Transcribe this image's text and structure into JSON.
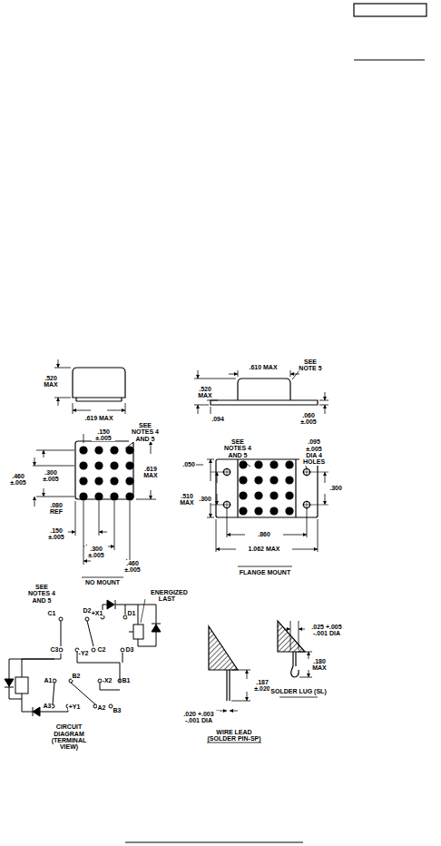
{
  "diagram": {
    "labels": [
      ".520 MAX",
      ".619 MAX",
      ".610 MAX",
      "SEE NOTE 5",
      ".520 MAX",
      ".094",
      ".060 ±.005",
      ".150 ±.005",
      "SEE NOTES 4 AND 5",
      ".300 ±.005",
      ".460 ±.005",
      ".619 MAX",
      ".080 REF",
      ".150 ±.005",
      ".300 ±.005",
      ".460 ±.005",
      "NO MOUNT",
      ".050",
      "SEE NOTES 4 AND 5",
      ".095 ±.005 DIA 4 HOLES",
      ".510 MAX",
      ".300",
      ".300",
      ".860",
      "1.062 MAX",
      "FLANGE MOUNT",
      "SEE NOTES 4 AND 5",
      "ENERGIZED LAST",
      "C1",
      "D2",
      "+X1",
      "D1",
      "C3",
      "-Y2",
      "C2",
      "D3",
      "A1",
      "B2",
      "-X2",
      "B1",
      "A3",
      "+Y1",
      "A2",
      "B3",
      "CIRCUIT DIAGRAM (TERMINAL VIEW)",
      ".187 ±.020",
      ".020 +.003 -.001 DIA",
      "WIRE LEAD (SOLDER PIN-SP)",
      ".025 +.005 -.001 DIA",
      ".180 MAX",
      "SOLDER LUG (SL)"
    ]
  }
}
